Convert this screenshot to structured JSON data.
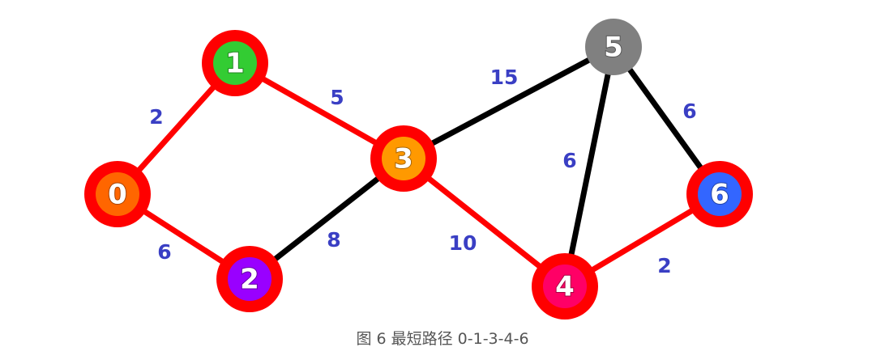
{
  "diagram": {
    "caption": "图 6 最短路径 0-1-3-4-6",
    "colors": {
      "path_edge": "#ff0000",
      "other_edge": "#000000",
      "ring": "#ff0000",
      "weight_text": "#3a3fc4",
      "label_text": "#ffffff"
    },
    "nodes": [
      {
        "id": "0",
        "label": "0",
        "fill": "#ff6600",
        "on_path": true
      },
      {
        "id": "1",
        "label": "1",
        "fill": "#33cc33",
        "on_path": true
      },
      {
        "id": "2",
        "label": "2",
        "fill": "#9900ff",
        "on_path": true
      },
      {
        "id": "3",
        "label": "3",
        "fill": "#ff9900",
        "on_path": true
      },
      {
        "id": "4",
        "label": "4",
        "fill": "#ff0066",
        "on_path": true
      },
      {
        "id": "5",
        "label": "5",
        "fill": "#808080",
        "on_path": false
      },
      {
        "id": "6",
        "label": "6",
        "fill": "#3366ff",
        "on_path": true
      }
    ],
    "edges": [
      {
        "from": "0",
        "to": "1",
        "weight": "2",
        "on_path": true
      },
      {
        "from": "0",
        "to": "2",
        "weight": "6",
        "on_path": true
      },
      {
        "from": "1",
        "to": "3",
        "weight": "5",
        "on_path": true
      },
      {
        "from": "2",
        "to": "3",
        "weight": "8",
        "on_path": false
      },
      {
        "from": "3",
        "to": "5",
        "weight": "15",
        "on_path": false
      },
      {
        "from": "3",
        "to": "4",
        "weight": "10",
        "on_path": true
      },
      {
        "from": "5",
        "to": "4",
        "weight": "6",
        "on_path": false
      },
      {
        "from": "5",
        "to": "6",
        "weight": "6",
        "on_path": false
      },
      {
        "from": "4",
        "to": "6",
        "weight": "2",
        "on_path": true
      }
    ]
  }
}
